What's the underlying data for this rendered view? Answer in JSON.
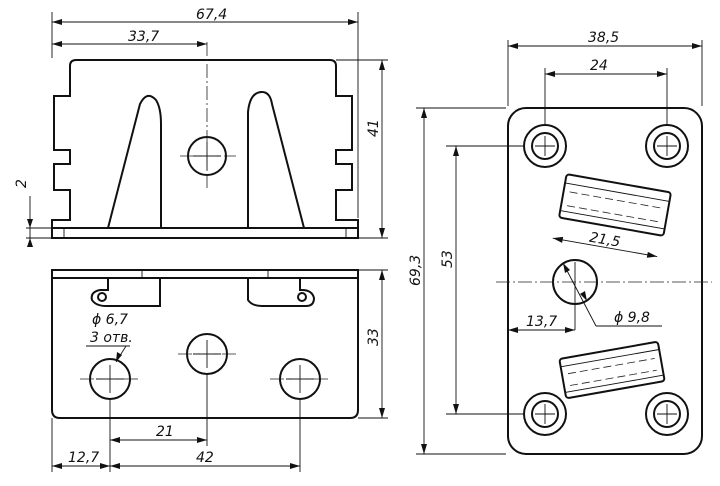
{
  "front_view": {
    "width_overall": "67,4",
    "hole_center_offset": "33,7",
    "height_overall": "41",
    "base_thickness": "2"
  },
  "bottom_view": {
    "depth": "33",
    "hole_diameter": "ϕ 6,7",
    "hole_count_note": "3 отв.",
    "hole_spacing_center": "21",
    "hole_edge_offset": "12,7",
    "hole_spacing_outer": "42"
  },
  "side_view": {
    "width_overall": "38,5",
    "hole_spacing_width": "24",
    "height_overall": "69,3",
    "hole_spacing_height": "53",
    "slot_length": "21,5",
    "center_offset": "13,7",
    "center_hole_diameter": "ϕ 9,8"
  }
}
